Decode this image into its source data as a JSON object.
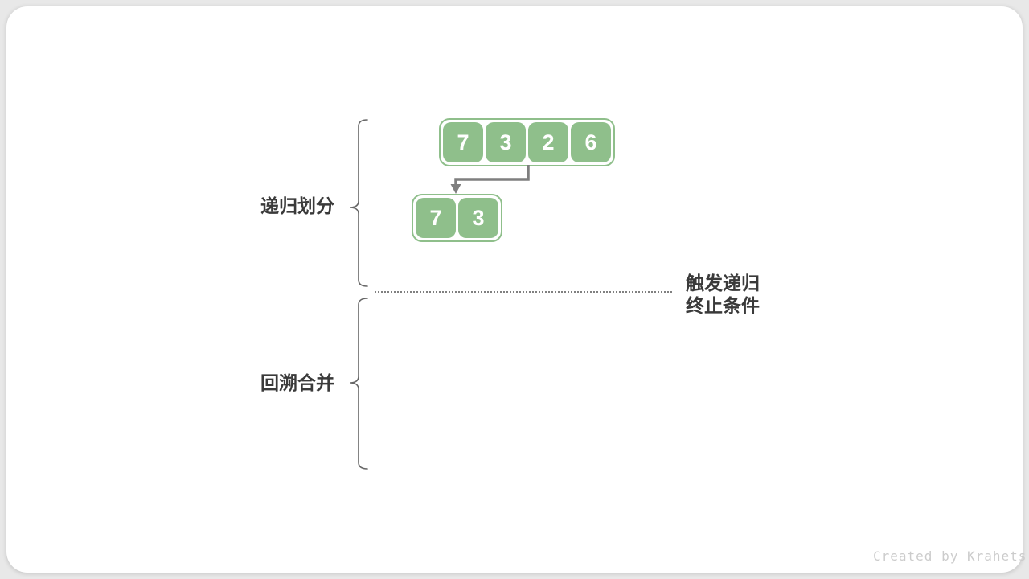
{
  "page": {
    "background_color": "#e8e8e8",
    "card_background": "#ffffff"
  },
  "colors": {
    "cell_green": "#8fbf8b",
    "cell_text": "#ffffff",
    "arrow_gray": "#7f7f7f",
    "brace_gray": "#666666",
    "label_dark": "#3a3a3a",
    "dotted_line_gray": "#808080",
    "watermark_gray": "#cccccc"
  },
  "labels": {
    "recursive_divide": "递归划分",
    "backtrack_merge": "回溯合并",
    "termination_line1": "触发递归",
    "termination_line2": "终止条件",
    "watermark": "Created by Krahets"
  },
  "diagram": {
    "top_array": {
      "values": [
        "7",
        "3",
        "2",
        "6"
      ]
    },
    "sub_array": {
      "values": [
        "7",
        "3"
      ]
    }
  }
}
